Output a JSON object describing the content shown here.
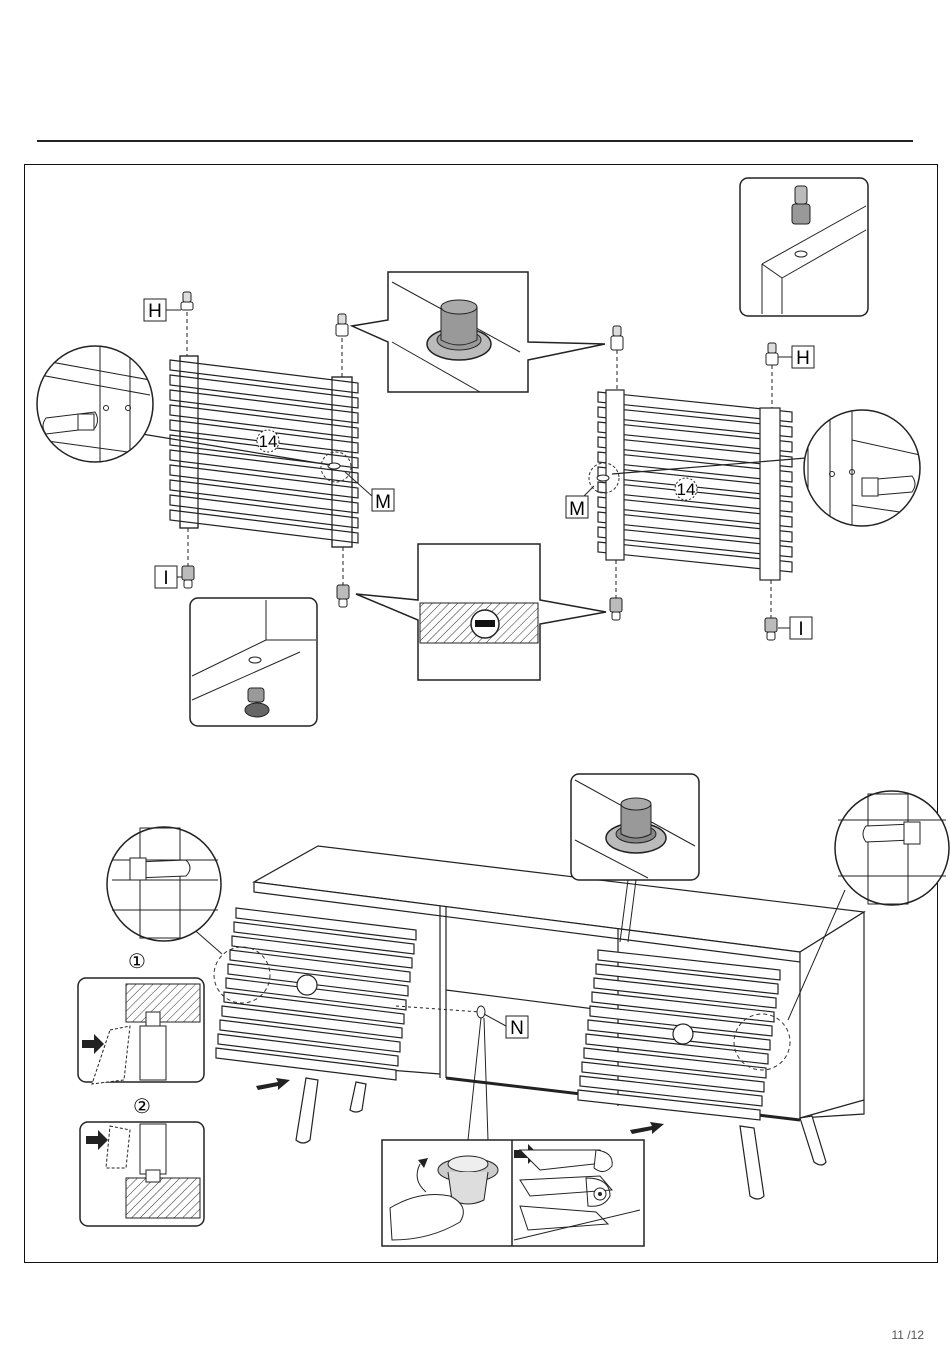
{
  "page": {
    "number": "11 /12"
  },
  "labels": {
    "part_h": "H",
    "part_i": "I",
    "part_m": "M",
    "part_n": "N",
    "panel_no": "14",
    "step_1": "①",
    "step_2": "②"
  },
  "icons": [
    "dowel-pin-icon",
    "magnet-catch-icon",
    "knob-icon",
    "arrow-icon"
  ]
}
